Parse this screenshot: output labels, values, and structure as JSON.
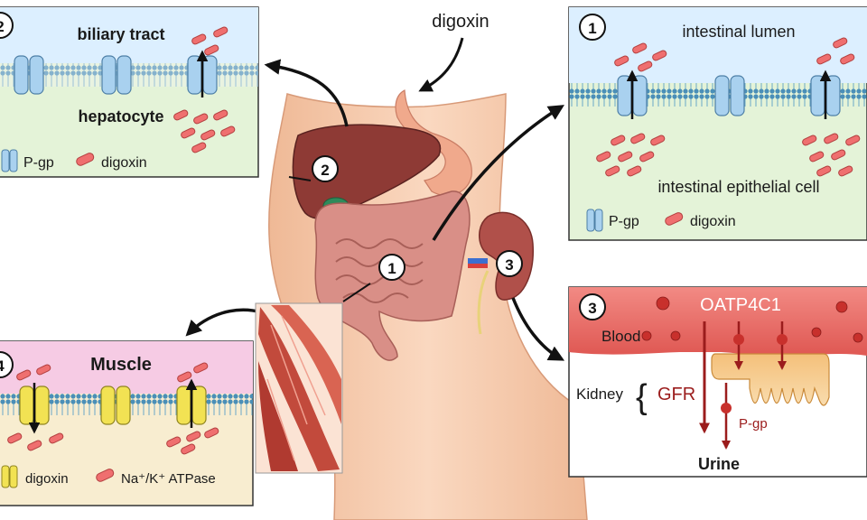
{
  "center": {
    "drug_label": "digoxin",
    "markers": [
      "1",
      "2",
      "3"
    ]
  },
  "panel_biliary": {
    "number": "2",
    "top_label": "biliary tract",
    "bottom_label": "hepatocyte",
    "legend": {
      "transporter": "P-gp",
      "drug": "digoxin"
    }
  },
  "panel_intestine": {
    "number": "1",
    "top_label": "intestinal lumen",
    "bottom_label": "intestinal epithelial cell",
    "legend": {
      "transporter": "P-gp",
      "drug": "digoxin"
    }
  },
  "panel_muscle": {
    "number": "4",
    "title": "Muscle",
    "legend": {
      "transporter": "digoxin",
      "drug": "Na⁺/K⁺ ATPase"
    }
  },
  "panel_kidney": {
    "number": "3",
    "transporter_label": "OATP4C1",
    "blood_label": "Blood",
    "organ_label": "Kidney",
    "brace": "{",
    "filtration_label": "GFR",
    "efflux_label": "P-gp",
    "output_label": "Urine"
  },
  "colors": {
    "lumen_bg": "#dcefff",
    "cell_bg": "#e4f3d8",
    "muscle_top": "#f6cbe4",
    "muscle_bottom": "#f8edd0",
    "blood": "#ec6f6b",
    "dark_red": "#9b1c1c",
    "pgp_blue": "#a9d1ef",
    "atpase_yellow": "#f2e253",
    "pill": "#ef6f6f",
    "skin": "#f6cdb0",
    "liver": "#8e3a35",
    "intestine": "#d98f87"
  }
}
